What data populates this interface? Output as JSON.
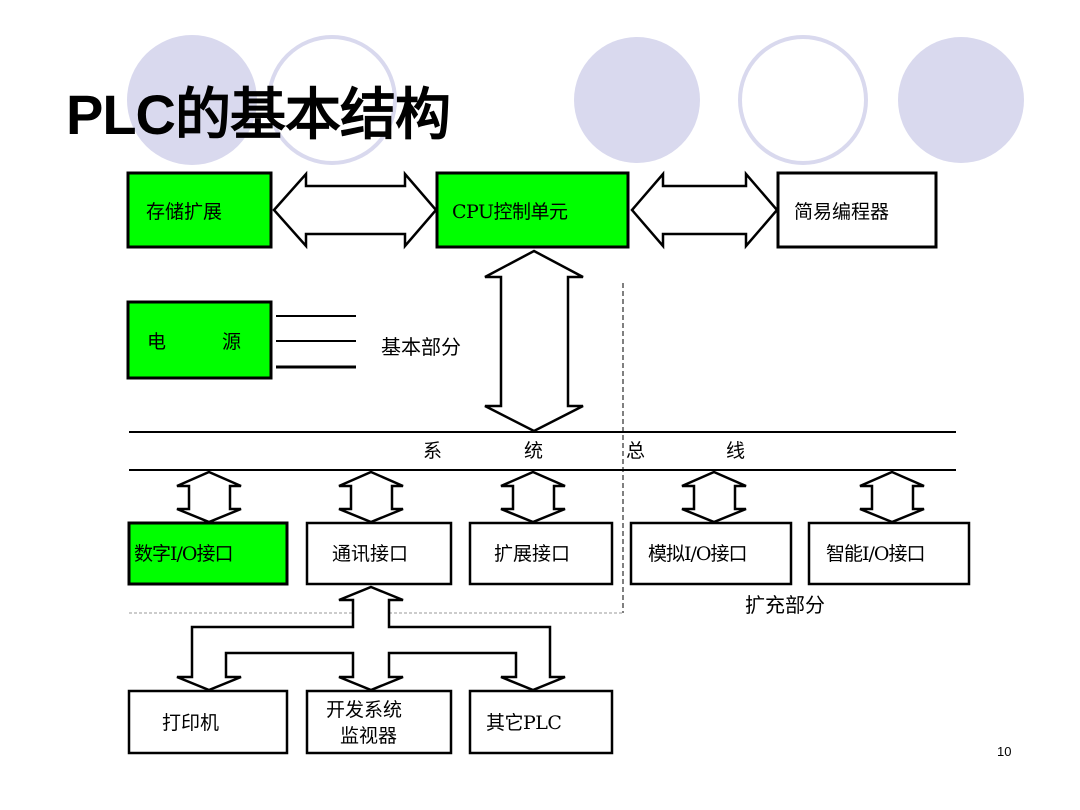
{
  "slide": {
    "title": "PLC的基本结构",
    "page_number": "10",
    "colors": {
      "highlight_box": "#00ff00",
      "deco_circle": "#d9d9ee",
      "stroke": "#000000"
    }
  },
  "diagram": {
    "boxes": {
      "storage_expansion": {
        "label": "存储扩展",
        "highlighted": true
      },
      "cpu_unit": {
        "label": "CPU控制单元",
        "highlighted": true
      },
      "simple_programmer": {
        "label": "简易编程器",
        "highlighted": false
      },
      "power_supply": {
        "label_left": "电",
        "label_right": "源",
        "highlighted": true
      },
      "digital_io": {
        "label": "数字I/O接口",
        "highlighted": true
      },
      "comm_interface": {
        "label": "通讯接口",
        "highlighted": false
      },
      "expansion_interface": {
        "label": "扩展接口",
        "highlighted": false
      },
      "analog_io": {
        "label": "模拟I/O接口",
        "highlighted": false
      },
      "smart_io": {
        "label": "智能I/O接口",
        "highlighted": false
      },
      "printer": {
        "label": "打印机",
        "highlighted": false
      },
      "dev_monitor": {
        "label_line1": "开发系统",
        "label_line2": "监视器",
        "highlighted": false
      },
      "other_plc": {
        "label": "其它PLC",
        "highlighted": false
      }
    },
    "labels": {
      "basic_part": "基本部分",
      "expansion_part": "扩充部分",
      "bus_chars": [
        "系",
        "统",
        "总",
        "线"
      ]
    }
  }
}
